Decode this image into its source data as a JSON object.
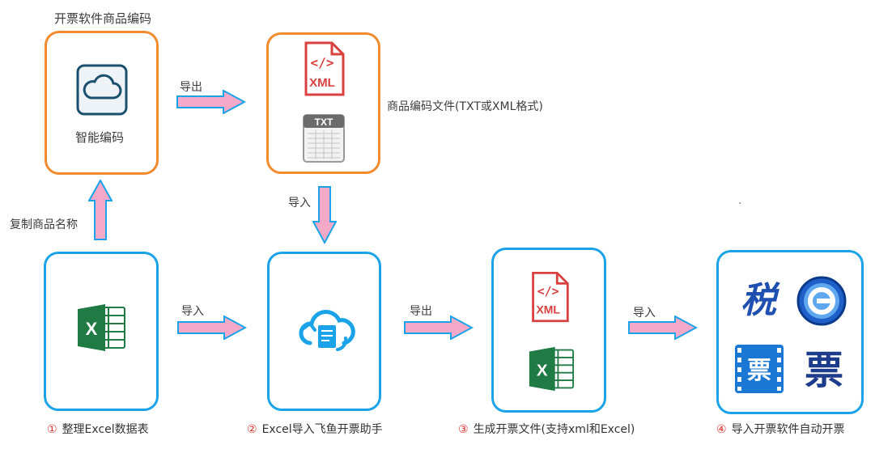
{
  "labels": {
    "top_title": "开票软件商品编码",
    "smart_code": "智能编码",
    "export_1": "导出",
    "file_desc": "商品编码文件(TXT或XML格式)",
    "import_down": "导入",
    "copy_name": "复制商品名称",
    "import_2": "导入",
    "export_2": "导出",
    "import_3": "导入",
    "dot": "·"
  },
  "steps": [
    {
      "num": "①",
      "text": "整理Excel数据表"
    },
    {
      "num": "②",
      "text": "Excel导入飞鱼开票助手"
    },
    {
      "num": "③",
      "text": "生成开票文件(支持xml和Excel)"
    },
    {
      "num": "④",
      "text": "导入开票软件自动开票"
    }
  ],
  "icons": {
    "xml_tag": "XML",
    "txt_tag": "TXT",
    "code_glyph": "</>",
    "excel_letter": "X",
    "tax_char": "税",
    "piao_char": "票"
  },
  "colors": {
    "orange": "#f28a2e",
    "blue": "#1aa3e8",
    "arrow_fill": "#f4a9c8",
    "arrow_stroke": "#1aa3e8",
    "red": "#e0312c",
    "excel_green": "#1f7a43"
  }
}
